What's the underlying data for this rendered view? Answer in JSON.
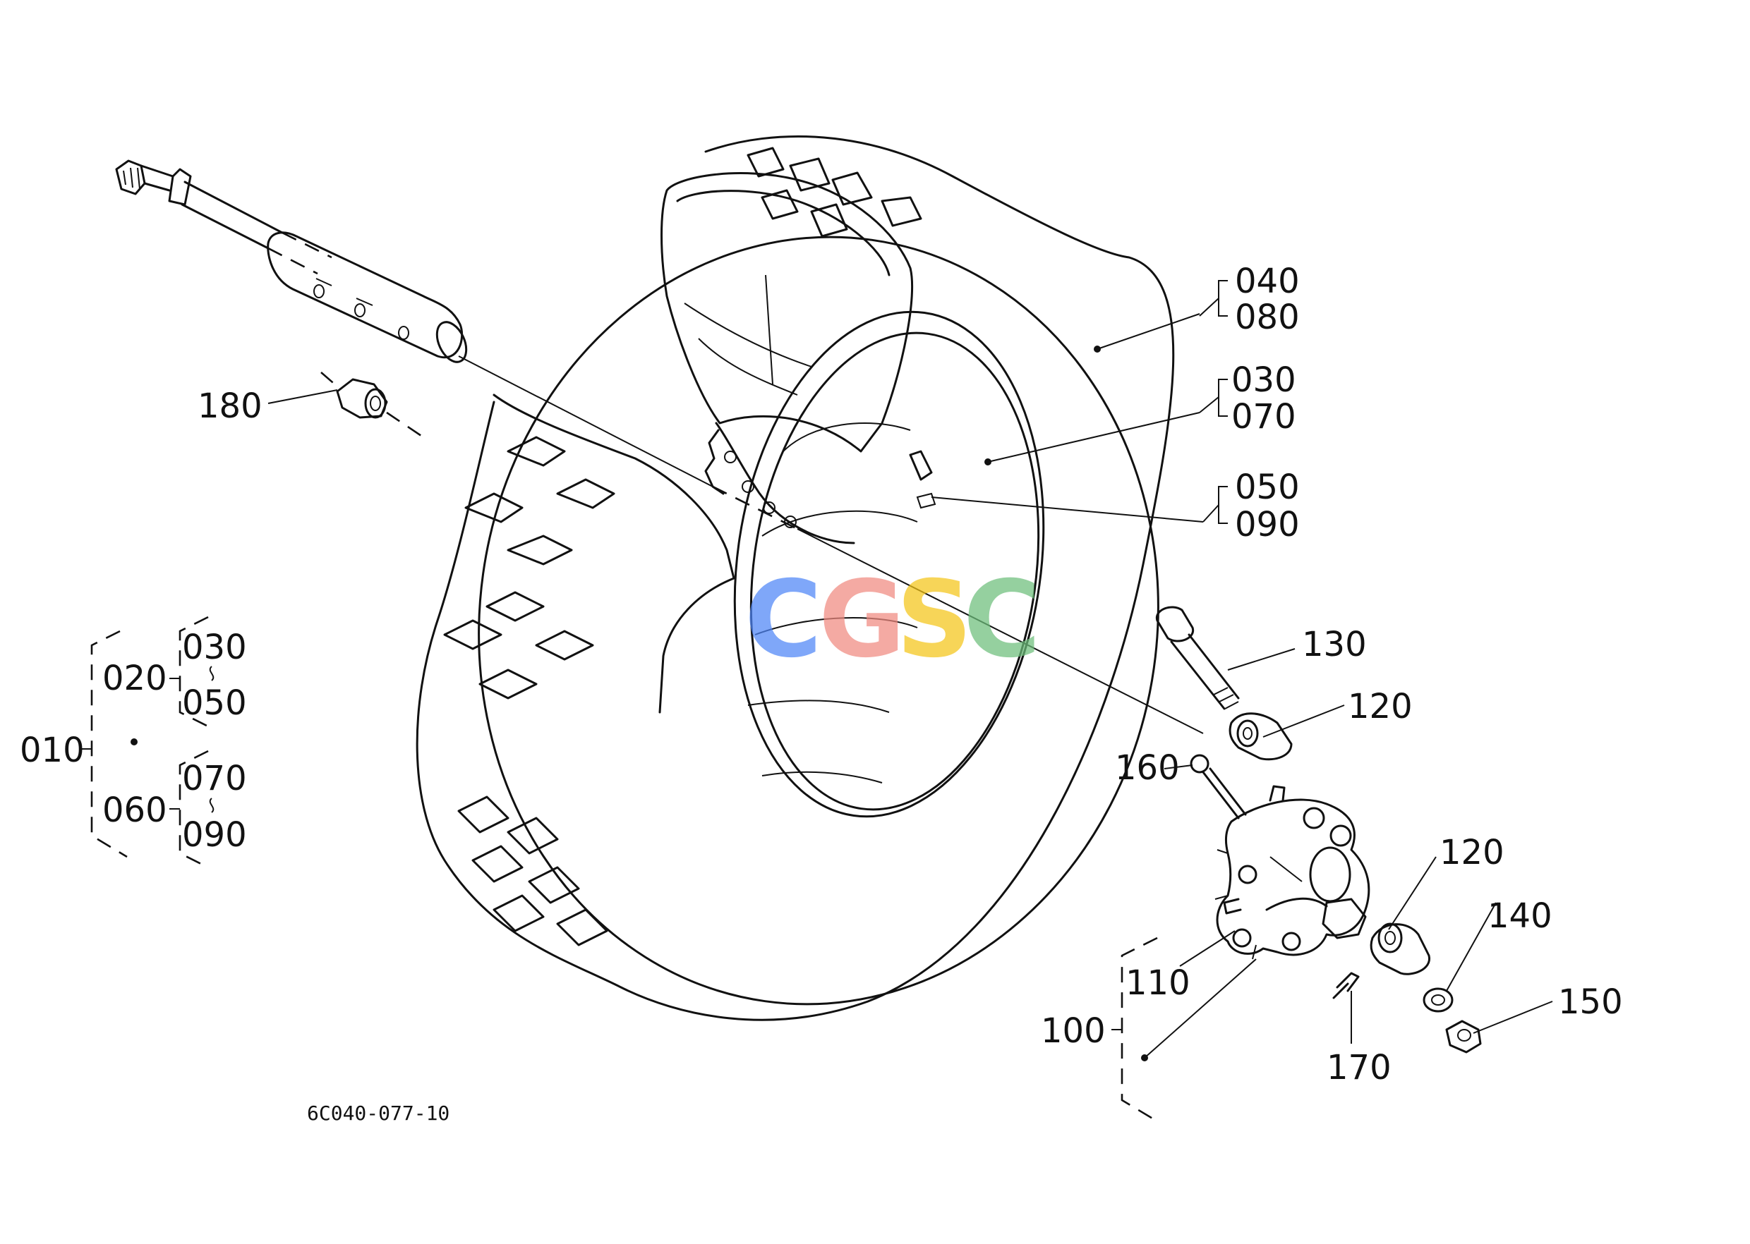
{
  "diagram": {
    "drawing_code": "6C040-077-10",
    "watermark": {
      "letters": [
        "C",
        "G",
        "S",
        "C"
      ],
      "colors": [
        "#4f86f7",
        "#f08a80",
        "#f5c518",
        "#6dbf7b"
      ]
    },
    "callouts": {
      "c040": "040",
      "c080": "080",
      "c030": "030",
      "c070": "070",
      "c050": "050",
      "c090": "090",
      "c180": "180",
      "c130": "130",
      "c120a": "120",
      "c160": "160",
      "c120b": "120",
      "c140": "140",
      "c150": "150",
      "c110": "110",
      "c100": "100",
      "c170": "170"
    },
    "assembly_tree": {
      "root": "010",
      "group_a": {
        "label": "020",
        "top": "030",
        "bottom": "050"
      },
      "group_b": {
        "label": "060",
        "top": "070",
        "bottom": "090"
      }
    }
  }
}
